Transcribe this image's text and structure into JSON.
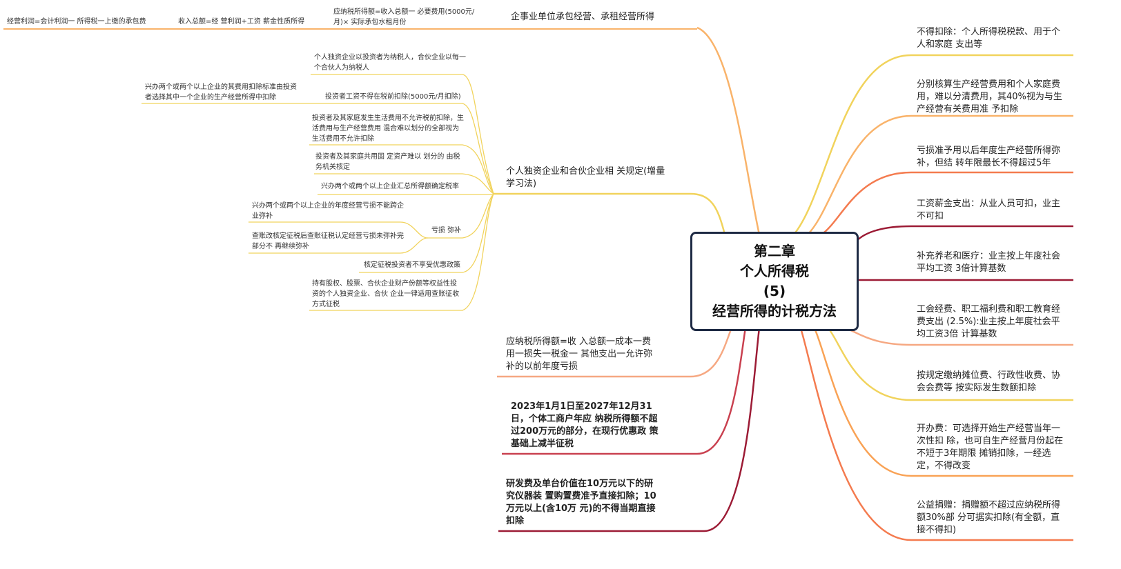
{
  "center": {
    "line1": "第二章",
    "line2": "个人所得税",
    "line3": "(5)",
    "line4": "经营所得的计税方法"
  },
  "left": {
    "contract": {
      "label": "企事业单位承包经营、承租经营所得",
      "children": [
        "应纳税所得额=收入总额一 必要费用(5000元/月)× 实际承包水租月份",
        "收入总额=经 营利润+工资 薪金性质所得",
        "经营利润=会计利润一 所得税一上缴的承包费"
      ]
    },
    "sole": {
      "label": "个人独资企业和合伙企业相 关规定(增量 学习法)",
      "children": [
        "个人独资企业以投资者为纳税人，合伙企业以每一个合伙人为纳税人",
        "投资者工资不得在税前扣除(5000元/月扣除)",
        "投资者及其家庭发生生活费用不允许税前扣除，生活费用与生产经营费用 混合难以划分的全部视为生活费用不允许扣除",
        "投资者及其家庭共用固 定资产难以 划分的 由税务机关核定",
        "兴办两个或两个以上企业汇总所得额确定税率",
        "亏损 弥补",
        "核定征税投资者不享受优惠政策",
        "持有股权、股票、合伙企业财产份额等权益性投资的个人独资企业、合伙 企业一律适用查账征收方式征税"
      ],
      "wage_child": "兴办两个或两个以上企业的其费用扣除标准由投资者选择其中一个企业的生产经营所得中扣除",
      "loss_children": [
        "兴办两个或两个以上企业的年度经营亏损不能跨企业弥补",
        "查账改核定征税后查账征税认定经营亏损未弥补完部分不 再继续弥补"
      ]
    },
    "formula": "应纳税所得额=收 入总额一成本一费用一损失一税金一 其他支出一允许弥补的以前年度亏损",
    "halve": "2023年1月1日至2027年12月31日，个体工商户年应 纳税所得额不超过200万元的部分，在现行优惠政 策基础上减半征税",
    "rd": "研发费及单台价值在10万元以下的研究仪器装 置购置费准予直接扣除；10万元以上(含10万 元)的不得当期直接扣除"
  },
  "right": [
    "不得扣除：个人所得税税款、用于个人和家庭 支出等",
    "分别核算生产经营费用和个人家庭费用，难以分清费用，其40%视为与生产经营有关费用准 予扣除",
    "亏损准予用以后年度生产经营所得弥补，但结 转年限最长不得超过5年",
    "工资薪金支出：从业人员可扣，业主不可扣",
    "补充养老和医疗：业主按上年度社会平均工资 3倍计算基数",
    "工会经费、职工福利费和职工教育经费支出 (2.5%):业主按上年度社会平均工资3倍 计算基数",
    "按规定缴纳摊位费、行政性收费、协会会费等 按实际发生数额扣除",
    "开办费：可选择开始生产经营当年一次性扣 除，也可自生产经营月份起在不短于3年期限 摊销扣除，一经选定，不得改变",
    "公益捐赠：捐赠额不超过应纳税所得额30%部 分可据实扣除(有全额，直接不得扣)"
  ],
  "colors": {
    "yellow": "#f1d35c",
    "orange": "#f9b36a",
    "coral": "#f47b4f",
    "salmon": "#f6a882",
    "red": "#c9404f",
    "darkred": "#9c1b35",
    "border": "#1e2a44"
  }
}
